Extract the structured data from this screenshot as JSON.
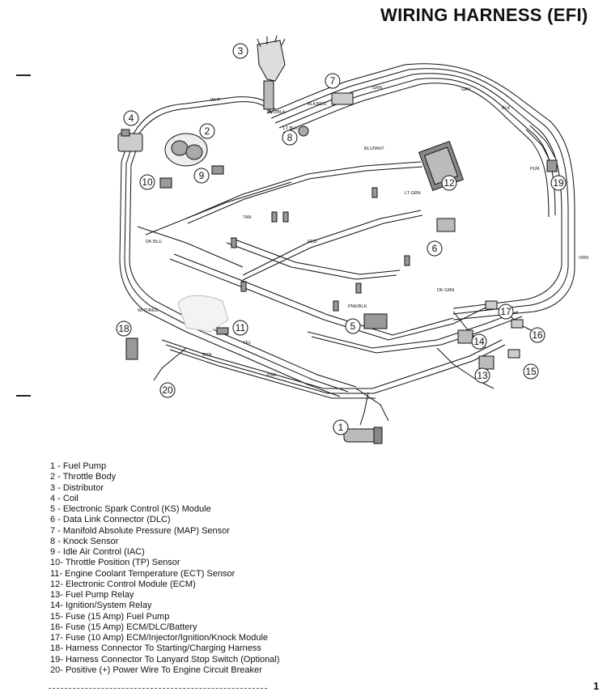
{
  "title": "WIRING HARNESS (EFI)",
  "page_number": "1",
  "callouts": [
    "1",
    "2",
    "3",
    "4",
    "5",
    "6",
    "7",
    "8",
    "9",
    "10",
    "11",
    "12",
    "13",
    "14",
    "15",
    "16",
    "17",
    "18",
    "19",
    "20"
  ],
  "wire_labels": [
    "WHT",
    "TAN",
    "GRY",
    "BLK",
    "DK BLU",
    "LT BLU",
    "BLU/WHT",
    "BLK/RED",
    "GRN",
    "RED",
    "PNK",
    "PNK/BLK",
    "DK GRN",
    "BRN",
    "ORN",
    "YEL",
    "LT GRN",
    "PUR",
    "BLU/BLK",
    "WHT/RED"
  ],
  "legend": [
    "1  - Fuel Pump",
    "2  - Throttle Body",
    "3  - Distributor",
    "4  - Coil",
    "5  - Electronic Spark Control (KS) Module",
    "6  - Data Link Connector (DLC)",
    "7  - Manifold Absolute Pressure (MAP) Sensor",
    "8  - Knock Sensor",
    "9  - Idle Air Control (IAC)",
    "10- Throttle Position (TP) Sensor",
    "11- Engine Coolant Temperature (ECT) Sensor",
    "12- Electronic Control Module (ECM)",
    "13- Fuel Pump Relay",
    "14- Ignition/System Relay",
    "15- Fuse (15 Amp) Fuel Pump",
    "16- Fuse (15 Amp) ECM/DLC/Battery",
    "17- Fuse (10 Amp) ECM/Injector/Ignition/Knock Module",
    "18- Harness Connector To Starting/Charging Harness",
    "19- Harness Connector To Lanyard Stop Switch (Optional)",
    "20- Positive (+) Power Wire To Engine Circuit Breaker"
  ]
}
